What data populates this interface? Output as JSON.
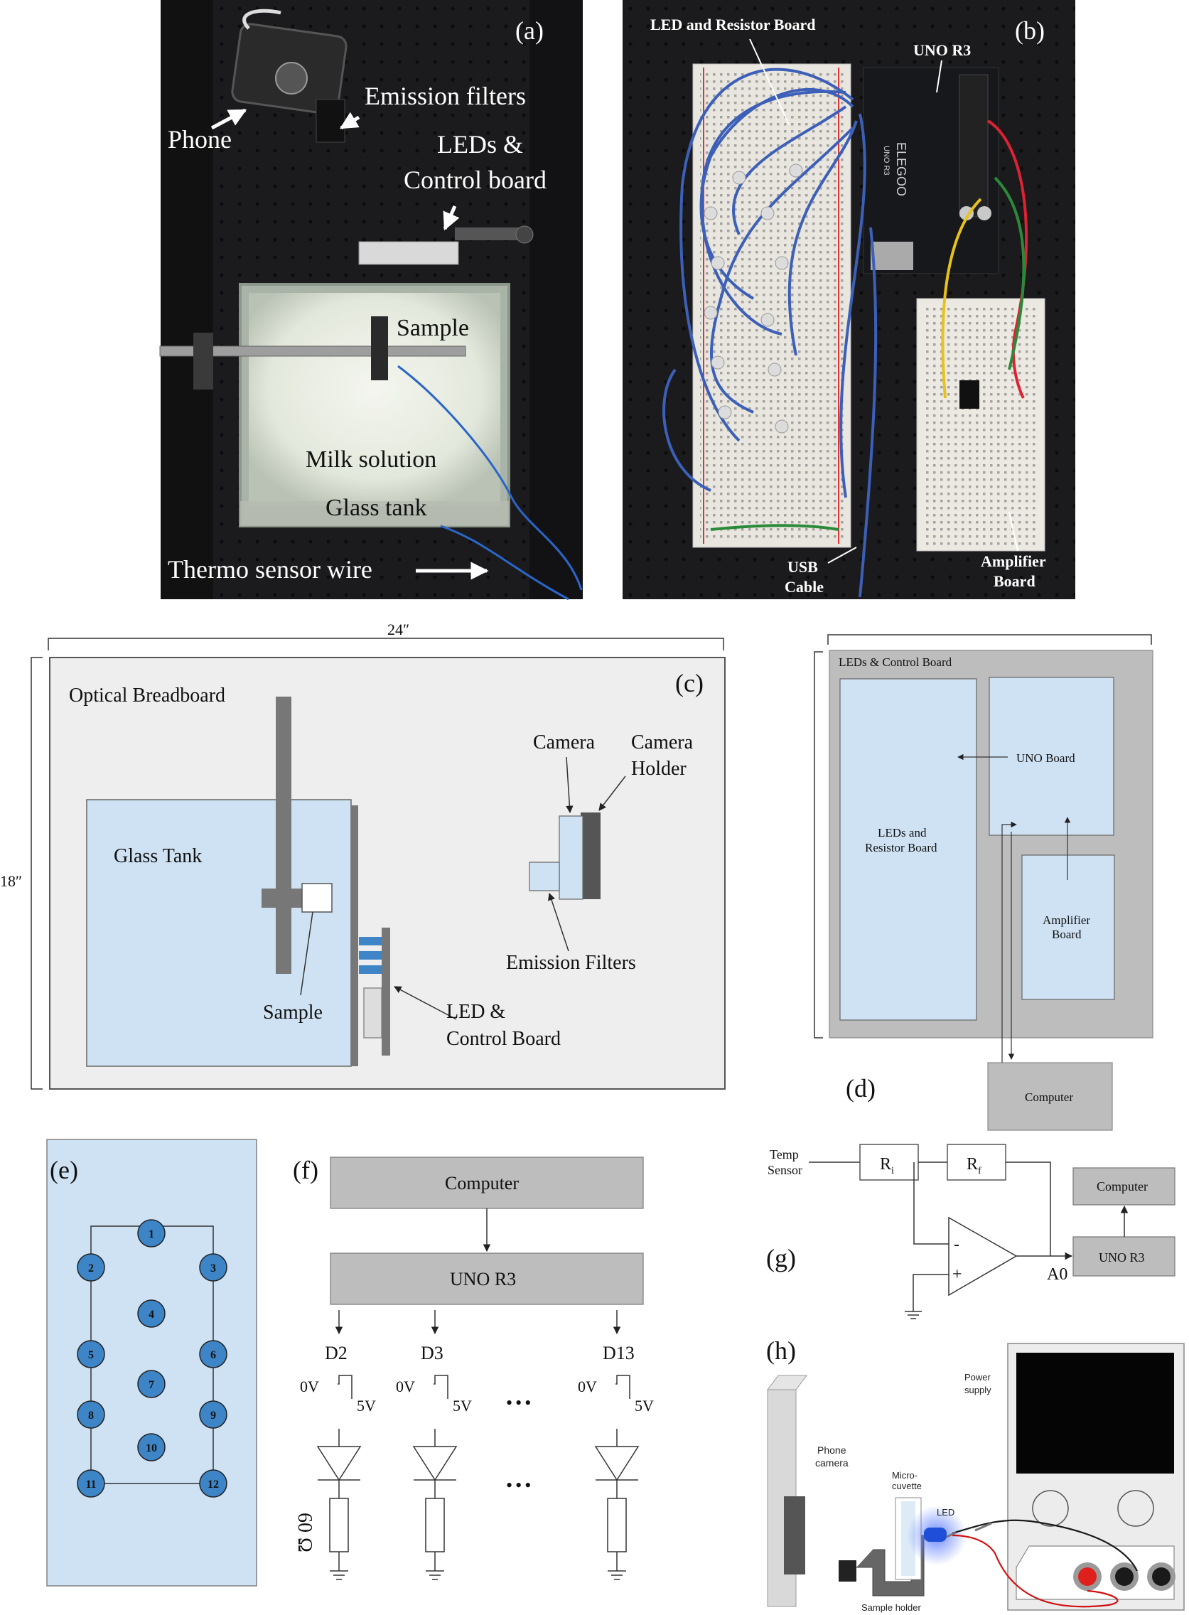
{
  "panel_a": {
    "tag": "(a)",
    "phone": "Phone",
    "emission_filters": "Emission filters",
    "leds_line1": "LEDs &",
    "leds_line2": "Control board",
    "sample": "Sample",
    "milk": "Milk solution",
    "glass_tank": "Glass tank",
    "thermo": "Thermo sensor wire"
  },
  "panel_b": {
    "tag": "(b)",
    "led_resistor": "LED and Resistor  Board",
    "uno": "UNO R3",
    "usb_line1": "USB",
    "usb_line2": "Cable",
    "amp_line1": "Amplifier",
    "amp_line2": "Board",
    "board_brand": "ELEGOO",
    "board_model": "UNO R3"
  },
  "panel_c": {
    "tag": "(c)",
    "width_dim": "24″",
    "height_dim": "18″",
    "optical": "Optical Breadboard",
    "glass": "Glass Tank",
    "camera": "Camera",
    "holder_line1": "Camera",
    "holder_line2": "Holder",
    "emission": "Emission Filters",
    "sample": "Sample",
    "led_line1": "LED &",
    "led_line2": "Control Board"
  },
  "panel_d": {
    "tag": "(d)",
    "title": "LEDs & Control Board",
    "led_line1": "LEDs and",
    "led_line2": "Resistor Board",
    "uno": "UNO Board",
    "amp_line1": "Amplifier",
    "amp_line2": "Board",
    "computer": "Computer"
  },
  "panel_e": {
    "tag": "(e)",
    "nodes": [
      "1",
      "2",
      "3",
      "4",
      "5",
      "6",
      "7",
      "8",
      "9",
      "10",
      "11",
      "12"
    ]
  },
  "panel_f": {
    "tag": "(f)",
    "computer": "Computer",
    "uno": "UNO R3",
    "pins": [
      "D2",
      "D3",
      "D13"
    ],
    "zero_v": "0V",
    "five_v": "5V",
    "ellipsis": "•••",
    "resistor": "60 Ω"
  },
  "panel_g": {
    "tag": "(g)",
    "temp_line1": "Temp",
    "temp_line2": "Sensor",
    "ri": "R",
    "ri_sub": "i",
    "rf": "R",
    "rf_sub": "f",
    "minus": "-",
    "plus": "+",
    "a0": "A0",
    "computer": "Computer",
    "uno": "UNO R3"
  },
  "panel_h": {
    "tag": "(h)",
    "power_line1": "Power",
    "power_line2": "supply",
    "phone_line1": "Phone",
    "phone_line2": "camera",
    "cuvette_line1": "Micro-",
    "cuvette_line2": "cuvette",
    "led": "LED",
    "sample_holder": "Sample holder"
  },
  "colors": {
    "light_blue": "#cfe2f3",
    "node_blue": "#3d85c6",
    "gray_box": "#bdbdbd",
    "photo_dark": "#1b1b1d",
    "wire_blue": "#3c5fb8"
  }
}
